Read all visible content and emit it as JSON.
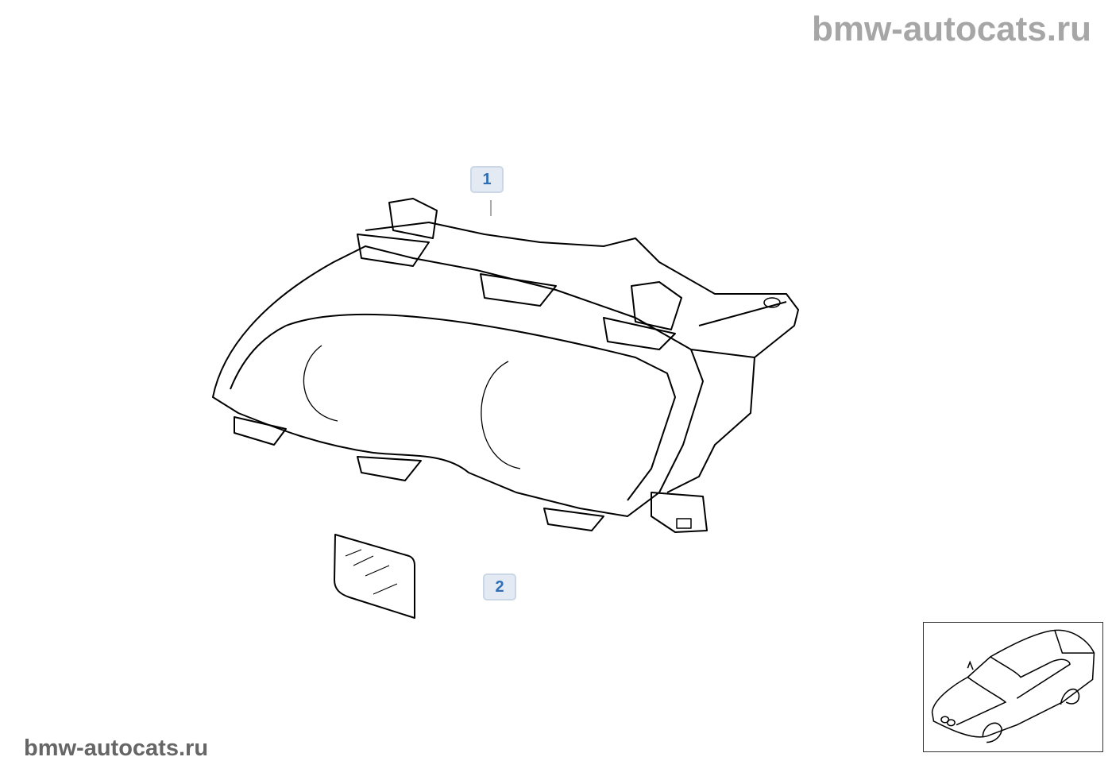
{
  "watermark_top": "bmw-autocats.ru",
  "watermark_bottom": "bmw-autocats.ru",
  "callouts": [
    {
      "label": "1"
    },
    {
      "label": "2"
    }
  ]
}
